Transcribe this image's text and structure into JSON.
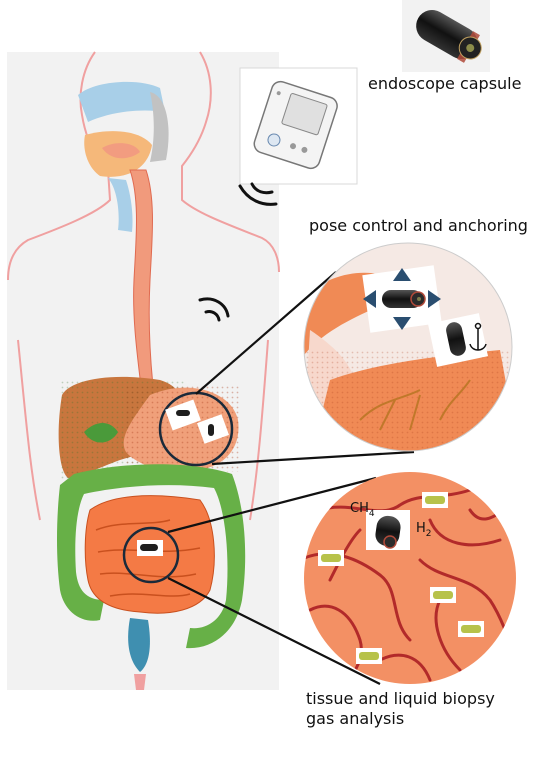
{
  "labels": {
    "capsule": "endoscope capsule",
    "pose": "pose control and anchoring",
    "tissue": "tissue and liquid biopsy",
    "gas": "gas analysis"
  },
  "gas_labels": {
    "methane": "CH",
    "methane_sub": "4",
    "hydrogen": "H",
    "hydrogen_sub": "2"
  },
  "colors": {
    "skin_outline": "#f0a0a0",
    "esophagus": "#f19a7c",
    "liver": "#c8763e",
    "stomach": "#f08a55",
    "colon": "#67b047",
    "small_intestine": "#f47a45",
    "mucosa": "#f39064",
    "vessel": "#b22a2a",
    "capsule_body": "#1e1e1e",
    "arrow": "#2a4e70"
  },
  "icons": [
    "capsule-icon",
    "controller-icon",
    "wireless-signal-icon",
    "arrow-icon",
    "anchor-icon",
    "biopsy-sample-icon"
  ]
}
